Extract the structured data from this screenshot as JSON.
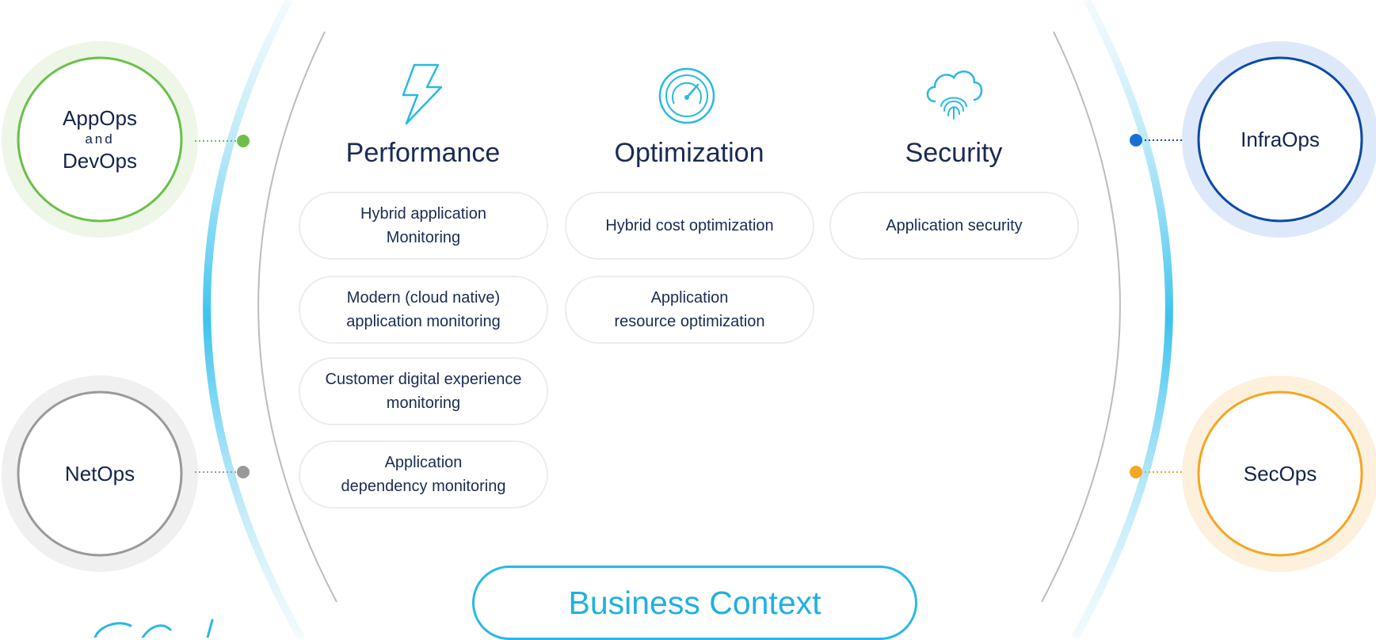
{
  "personas": {
    "appops": {
      "line1": "AppOps",
      "line2": "and",
      "line3": "DevOps"
    },
    "netops": {
      "label": "NetOps"
    },
    "infraops": {
      "label": "InfraOps"
    },
    "secops": {
      "label": "SecOps"
    }
  },
  "columns": [
    {
      "title": "Performance",
      "icon": "lightning-bolt-icon",
      "items": [
        [
          "Hybrid application",
          "Monitoring"
        ],
        [
          "Modern (cloud native)",
          "application monitoring"
        ],
        [
          "Customer digital experience",
          "monitoring"
        ],
        [
          "Application",
          "dependency monitoring"
        ]
      ]
    },
    {
      "title": "Optimization",
      "icon": "gauge-icon",
      "items": [
        [
          "Hybrid cost optimization"
        ],
        [
          "Application",
          "resource optimization"
        ]
      ]
    },
    {
      "title": "Security",
      "icon": "cloud-fingerprint-icon",
      "items": [
        [
          "Application security"
        ]
      ]
    }
  ],
  "footer": {
    "label": "Business Context"
  },
  "colors": {
    "appops": "#6cc04a",
    "netops": "#9a9a9a",
    "infraops": "#0b4aa8",
    "secops": "#f5a623",
    "accent": "#29b8e5"
  }
}
